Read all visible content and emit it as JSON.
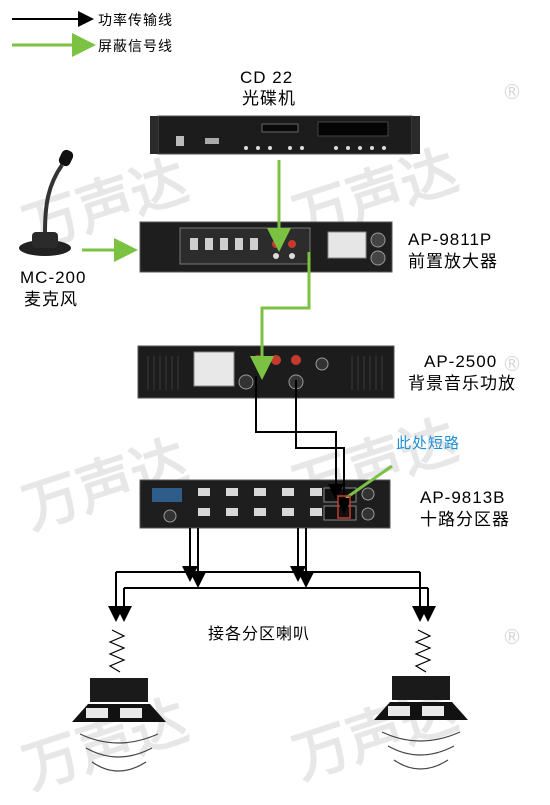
{
  "legend": {
    "power_line": "功率传输线",
    "shield_line": "屏蔽信号线"
  },
  "colors": {
    "power": "#000000",
    "shield": "#7cc242",
    "note": "#1e90d8",
    "watermark": "#e7e7e7"
  },
  "devices": {
    "cd": {
      "model": "CD 22",
      "name": "光碟机"
    },
    "preamp": {
      "model": "AP-9811P",
      "name": "前置放大器"
    },
    "mic": {
      "model": "MC-200",
      "name": "麦克风"
    },
    "amp": {
      "model": "AP-2500",
      "name": "背景音乐功放"
    },
    "zone": {
      "model": "AP-9813B",
      "name": "十路分区器"
    }
  },
  "annotations": {
    "short_circuit": "此处短路",
    "speakers": "接各分区喇叭"
  },
  "watermark": {
    "text": "万声达",
    "registered": "®"
  }
}
